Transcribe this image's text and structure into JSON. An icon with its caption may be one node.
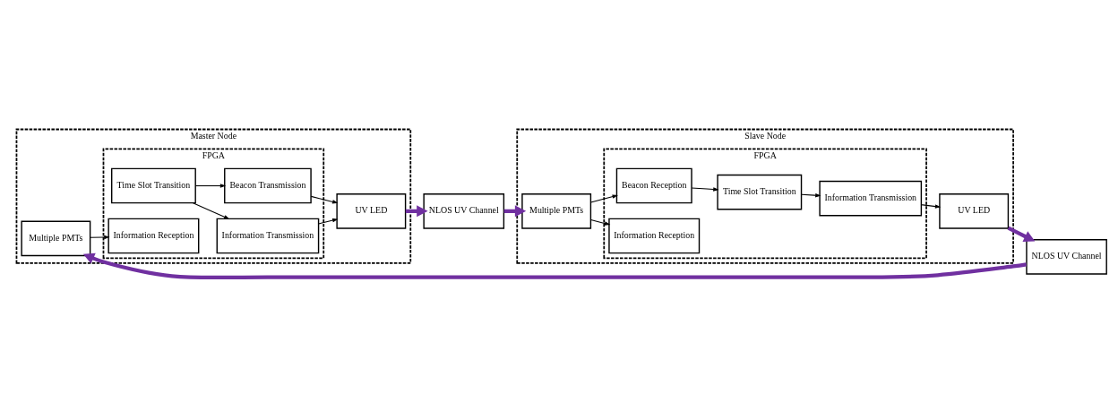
{
  "diagram": {
    "nodes": [
      {
        "text": [
          "Master Node"
        ]
      },
      {
        "text": [
          "FPGA"
        ],
        "in": 0
      },
      {
        "text": [
          "Time Slot Transition"
        ],
        "in": 1
      },
      {
        "text": [
          "Information Transmission"
        ],
        "in": 1
      },
      {
        "text": [
          "Beacon Transmission"
        ],
        "in": 1
      },
      {
        "text": [
          "Information Reception"
        ],
        "in": 1
      },
      {
        "text": [
          "UV LED"
        ],
        "in": 0
      },
      {
        "text": [
          "Multiple PMTs"
        ],
        "in": 0
      },
      {
        "text": [
          "NLOS UV Channel"
        ]
      },
      {
        "text": [
          "NLOS UV Channel"
        ]
      },
      {
        "text": [
          "Slave Node"
        ]
      },
      {
        "text": [
          "Multiple PMTs"
        ],
        "in": 10
      },
      {
        "text": [
          "FPGA"
        ],
        "in": 10
      },
      {
        "text": [
          "Beacon Reception"
        ],
        "in": 12
      },
      {
        "text": [
          "Time Slot Transition"
        ],
        "in": 12
      },
      {
        "text": [
          "Information Reception"
        ],
        "in": 12
      },
      {
        "text": [
          "Information Transmission"
        ],
        "in": 12
      },
      {
        "text": [
          "UV LED"
        ],
        "in": 10
      }
    ],
    "edges": [
      {
        "from": 2,
        "to": 3,
        "arrow": "to"
      },
      {
        "from": 3,
        "to": 6,
        "arrow": "to"
      },
      {
        "from": 2,
        "to": 4,
        "arrow": "to"
      },
      {
        "from": 4,
        "to": 6,
        "arrow": "to"
      },
      {
        "from": 6,
        "to": 8,
        "arrow": "to",
        "style": "thick",
        "color": "#7030a0"
      },
      {
        "from": 8,
        "to": 11,
        "arrow": "to",
        "style": "thick",
        "color": "#7030a0"
      },
      {
        "from": 11,
        "to": 13,
        "arrow": "to"
      },
      {
        "from": 11,
        "to": 15,
        "arrow": "to"
      },
      {
        "from": 13,
        "to": 14,
        "arrow": "to"
      },
      {
        "from": 14,
        "to": 16,
        "arrow": "to"
      },
      {
        "from": 16,
        "to": 17,
        "arrow": "to"
      },
      {
        "from": 17,
        "to": 9,
        "arrow": "to",
        "style": "thick",
        "color": "#7030a0"
      },
      {
        "from": 9,
        "to": 7,
        "arrow": "to",
        "style": "thick",
        "color": "#7030a0"
      },
      {
        "from": 7,
        "to": 5,
        "arrow": "to"
      }
    ]
  }
}
